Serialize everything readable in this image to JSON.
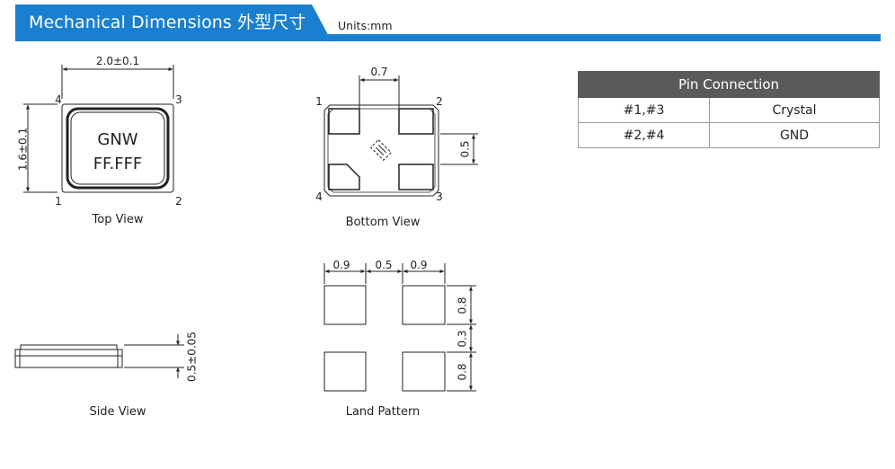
{
  "header": {
    "title": "Mechanical Dimensions 外型尺寸",
    "units": "Units:mm"
  },
  "top_view": {
    "width_dim": "2.0±0.1",
    "height_dim": "1.6±0.1",
    "marking_line1": "GNW",
    "marking_line2": "FF.FFF",
    "pins": [
      "1",
      "2",
      "3",
      "4"
    ],
    "caption": "Top View"
  },
  "bottom_view": {
    "pad_width_dim": "0.7",
    "pad_height_dim": "0.5",
    "pins": [
      "1",
      "2",
      "3",
      "4"
    ],
    "caption": "Bottom View"
  },
  "side_view": {
    "thickness_dim": "0.5±0.05",
    "caption": "Side View"
  },
  "land_pattern": {
    "dims_top": [
      "0.9",
      "0.5",
      "0.9"
    ],
    "dims_right": [
      "0.8",
      "0.3",
      "0.8"
    ],
    "caption": "Land Pattern"
  },
  "pin_table": {
    "title": "Pin Connection",
    "rows": [
      {
        "pins": "#1,#3",
        "function": "Crystal"
      },
      {
        "pins": "#2,#4",
        "function": "GND"
      }
    ]
  },
  "colors": {
    "accent": "#1b7fd0",
    "table_header": "#5a5a5a"
  }
}
